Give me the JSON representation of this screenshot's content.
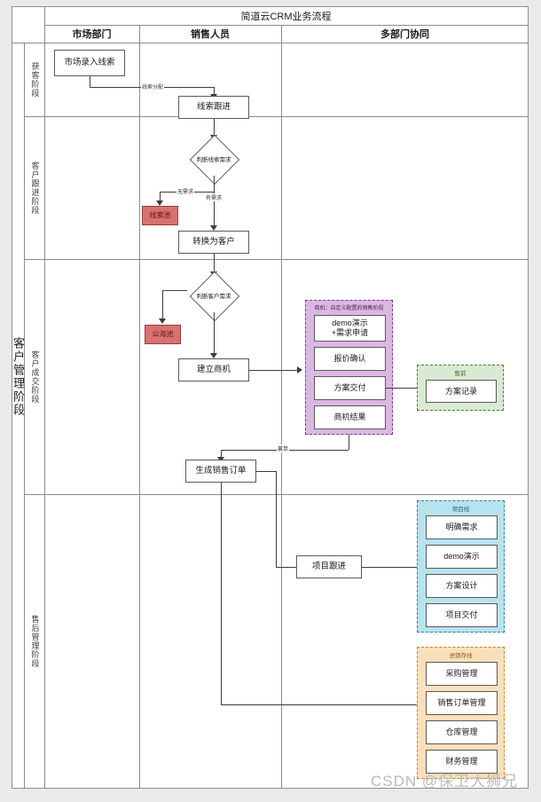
{
  "diagram": {
    "title": "简道云CRM业务流程",
    "columns": [
      "市场部门",
      "销售人员",
      "多部门协同"
    ],
    "stages_outer": [
      "客户管理阶段"
    ],
    "stages": [
      "获客阶段",
      "客户跟进阶段",
      "客户成交阶段",
      "售后管理阶段"
    ],
    "nodes": {
      "market_lead_entry": "市场录入线索",
      "lead_followup": "线索跟进",
      "judge_lead_need": "判断线索需求",
      "lead_pool": "线索池",
      "convert_to_customer": "转换为客户",
      "judge_customer_need": "判断客户需求",
      "public_pool": "公海池",
      "create_opportunity": "建立商机",
      "generate_sales_order": "生成销售订单",
      "project_followup": "项目跟进"
    },
    "edge_labels": {
      "lead_assign": "线索分配",
      "no_need": "无需求",
      "has_need": "有需求",
      "win_order": "赢单"
    },
    "groups": {
      "opportunity": {
        "title": "商机：自定义配置的销售阶段",
        "color": "#dbb8e3",
        "items": [
          "demo演示\n+需求申请",
          "报价确认",
          "方案交付",
          "商机结果"
        ]
      },
      "presales": {
        "title": "售前",
        "color": "#d9ead3",
        "items": [
          "方案记录"
        ]
      },
      "project_line": {
        "title": "项目线",
        "color": "#b7e3ef",
        "items": [
          "明确需求",
          "demo演示",
          "方案设计",
          "项目交付"
        ]
      },
      "inventory_line": {
        "title": "进销存线",
        "color": "#fae0ba",
        "items": [
          "采购管理",
          "销售订单管理",
          "仓库管理",
          "财务管理"
        ]
      }
    },
    "watermark": "CSDN @保卫大狮兄"
  }
}
